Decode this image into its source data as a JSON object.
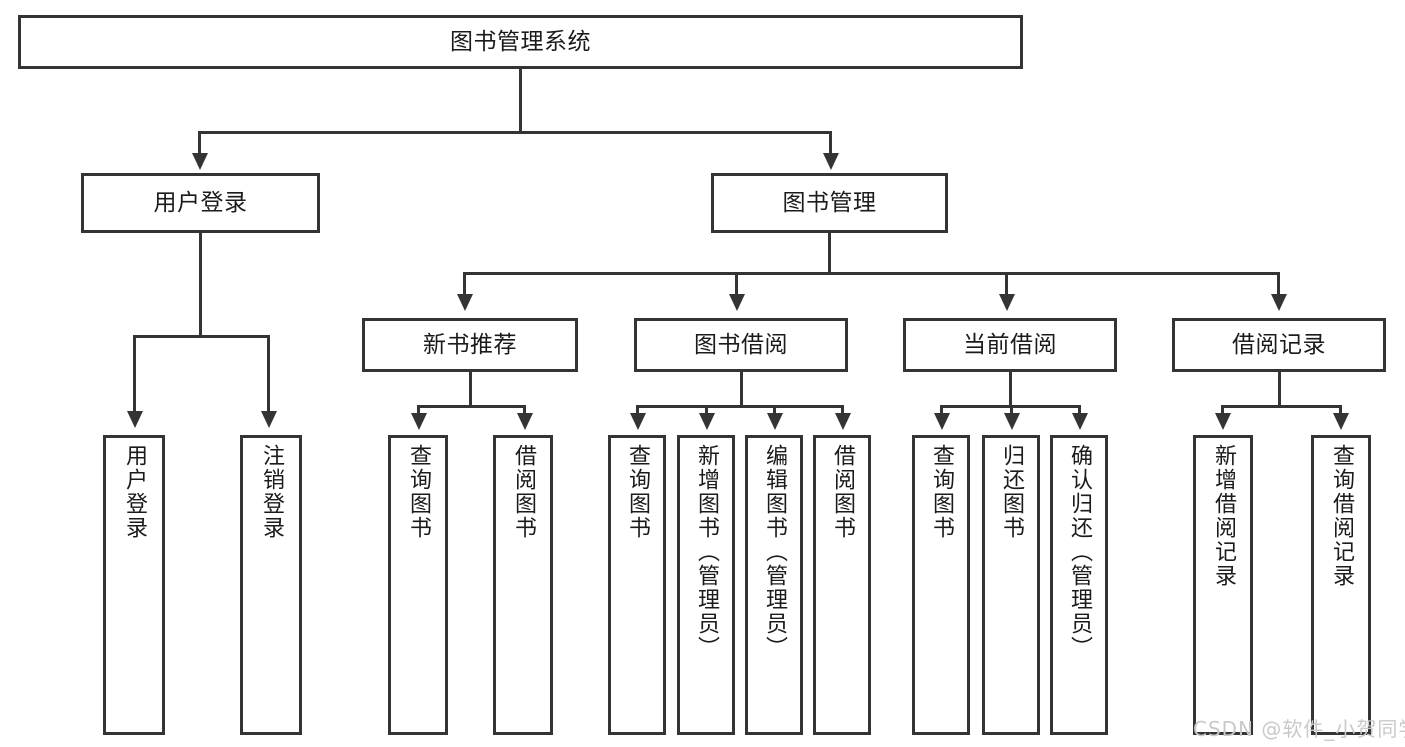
{
  "diagram": {
    "type": "tree-hierarchy",
    "title": "图书管理系统",
    "root": {
      "label": "图书管理系统",
      "level": 0
    },
    "level1": [
      {
        "id": "user-login",
        "label": "用户登录"
      },
      {
        "id": "book-management",
        "label": "图书管理"
      }
    ],
    "level2": [
      {
        "id": "new-book-recommend",
        "label": "新书推荐",
        "parent": "book-management"
      },
      {
        "id": "book-borrow",
        "label": "图书借阅",
        "parent": "book-management"
      },
      {
        "id": "current-borrow",
        "label": "当前借阅",
        "parent": "book-management"
      },
      {
        "id": "borrow-record",
        "label": "借阅记录",
        "parent": "book-management"
      }
    ],
    "leaves": {
      "user-login": [
        {
          "id": "leaf-user-login",
          "label": "用户登录"
        },
        {
          "id": "leaf-user-logout",
          "label": "注销登录"
        }
      ],
      "new-book-recommend": [
        {
          "id": "leaf-query-book-1",
          "label": "查询图书"
        },
        {
          "id": "leaf-borrow-book-1",
          "label": "借阅图书"
        }
      ],
      "book-borrow": [
        {
          "id": "leaf-query-book-2",
          "label": "查询图书"
        },
        {
          "id": "leaf-add-book",
          "label": "新增图书（管理员）"
        },
        {
          "id": "leaf-edit-book",
          "label": "编辑图书（管理员）"
        },
        {
          "id": "leaf-borrow-book-2",
          "label": "借阅图书"
        }
      ],
      "current-borrow": [
        {
          "id": "leaf-query-book-3",
          "label": "查询图书"
        },
        {
          "id": "leaf-return-book",
          "label": "归还图书"
        },
        {
          "id": "leaf-confirm-return",
          "label": "确认归还（管理员）"
        }
      ],
      "borrow-record": [
        {
          "id": "leaf-add-record",
          "label": "新增借阅记录"
        },
        {
          "id": "leaf-query-record",
          "label": "查询借阅记录"
        }
      ]
    }
  },
  "watermark": {
    "text": "CSDN @软件_小贺同学"
  },
  "colors": {
    "stroke": "#343434",
    "text": "#1b1b1b",
    "background": "#ffffff",
    "watermark": "#c9c9c9"
  }
}
